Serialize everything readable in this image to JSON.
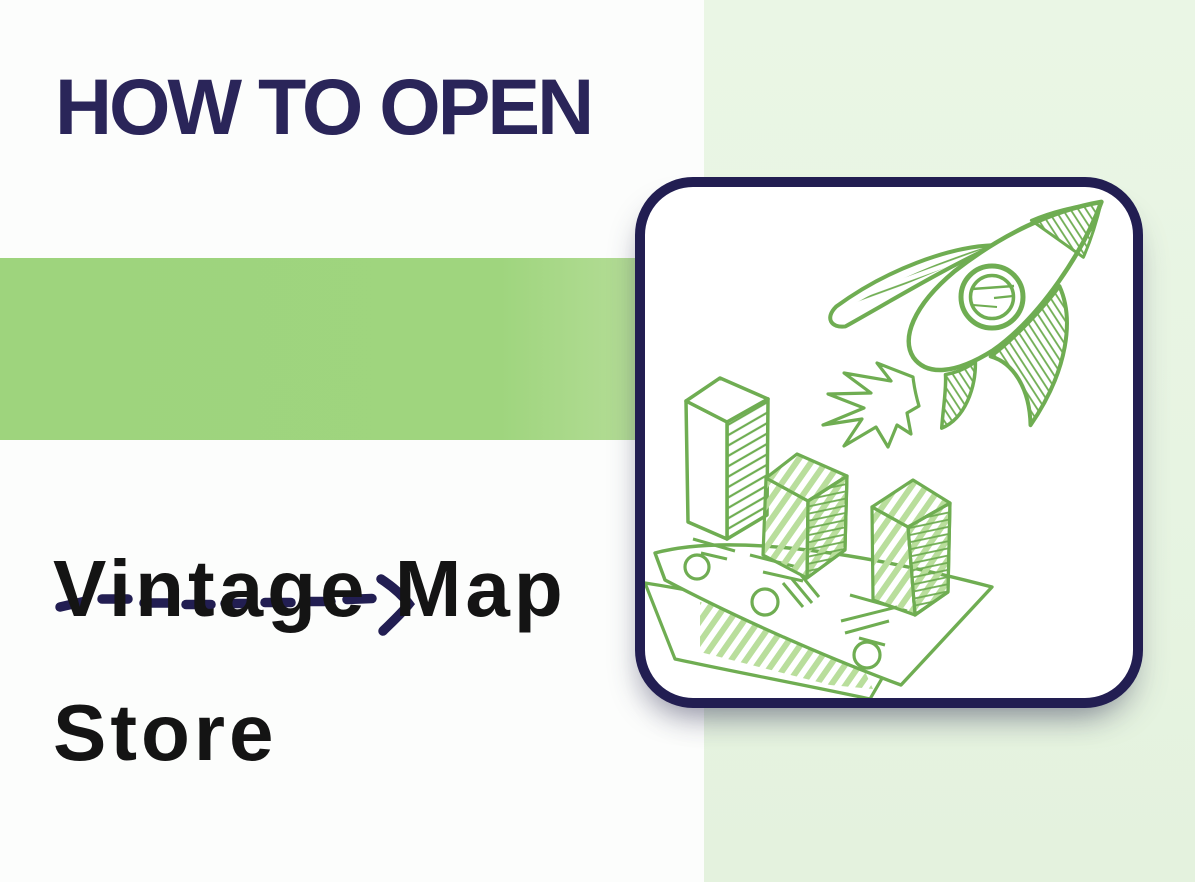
{
  "page": {
    "heading": "HOW TO OPEN",
    "title_line1": "Vintage Map",
    "title_line2": "Store"
  },
  "colors": {
    "heading_navy": "#2a2559",
    "title_black": "#141414",
    "arrow_navy": "#221e52",
    "band_green": "#9ed47d",
    "side_panel_pale_green": "#e7f4e2",
    "card_border_navy": "#221e52",
    "card_background": "#ffffff",
    "sketch_green": "#6fad52",
    "sketch_light_green": "#b9de9c"
  },
  "icons": {
    "arrow": "dashed-arrow-right-icon",
    "illustration": "rocket-launch-bar-chart-money-sketch-icon",
    "illustration_parts": [
      "rocket-icon",
      "rocket-porthole-icon",
      "rocket-flame-icon",
      "bar-chart-3d-icon",
      "banknotes-icon"
    ]
  }
}
